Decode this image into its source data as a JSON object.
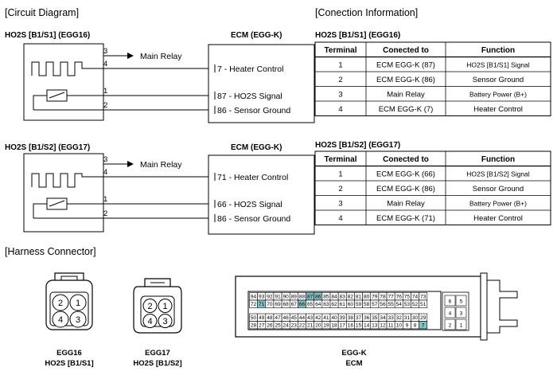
{
  "sections": {
    "circuit_diagram": "[Circuit Diagram]",
    "connection_info": "[Conection Information]",
    "harness_connector": "[Harness Connector]"
  },
  "circuit1": {
    "sensor_title": "HO2S [B1/S1] (EGG16)",
    "ecm_title": "ECM (EGG-K)",
    "wire_numbers": [
      "3",
      "4",
      "1",
      "2"
    ],
    "main_relay": "Main Relay",
    "ecm_pins": [
      "7 - Heater Control",
      "87 - HO2S Signal",
      "86 - Sensor Ground"
    ]
  },
  "circuit2": {
    "sensor_title": "HO2S [B1/S2] (EGG17)",
    "ecm_title": "ECM (EGG-K)",
    "wire_numbers": [
      "3",
      "4",
      "1",
      "2"
    ],
    "main_relay": "Main Relay",
    "ecm_pins": [
      "71 - Heater Control",
      "66 - HO2S Signal",
      "86 - Sensor Ground"
    ]
  },
  "table1": {
    "title": "HO2S [B1/S1] (EGG16)",
    "headers": [
      "Terminal",
      "Conected to",
      "Function"
    ],
    "rows": [
      [
        "1",
        "ECM EGG-K (87)",
        "HO2S [B1/S1] Signal"
      ],
      [
        "2",
        "ECM EGG-K (86)",
        "Sensor Ground"
      ],
      [
        "3",
        "Main Relay",
        "Battery Power (B+)"
      ],
      [
        "4",
        "ECM EGG-K (7)",
        "Heater Control"
      ]
    ]
  },
  "table2": {
    "title": "HO2S [B1/S2] (EGG17)",
    "headers": [
      "Terminal",
      "Conected to",
      "Function"
    ],
    "rows": [
      [
        "1",
        "ECM EGG-K (66)",
        "HO2S [B1/S2] Signal"
      ],
      [
        "2",
        "ECM EGG-K (86)",
        "Sensor Ground"
      ],
      [
        "3",
        "Main Relay",
        "Battery Power (B+)"
      ],
      [
        "4",
        "ECM EGG-K (71)",
        "Heater Control"
      ]
    ]
  },
  "connectors": {
    "egg16": {
      "pins": [
        "2",
        "1",
        "4",
        "3"
      ],
      "caption1": "EGG16",
      "caption2": "HO2S [B1/S1]"
    },
    "egg17": {
      "pins": [
        "2",
        "1",
        "4",
        "3"
      ],
      "caption1": "EGG17",
      "caption2": "HO2S [B1/S2]"
    },
    "eggk": {
      "row1": [
        "94",
        "93",
        "92",
        "91",
        "90",
        "89",
        "88",
        "87",
        "86",
        "85",
        "84",
        "83",
        "82",
        "81",
        "80",
        "79",
        "78",
        "77",
        "76",
        "75",
        "74",
        "73"
      ],
      "row2": [
        "72",
        "71",
        "70",
        "69",
        "68",
        "67",
        "66",
        "65",
        "64",
        "63",
        "62",
        "61",
        "60",
        "59",
        "58",
        "57",
        "56",
        "55",
        "54",
        "53",
        "52",
        "51"
      ],
      "row3": [
        "50",
        "49",
        "48",
        "47",
        "46",
        "45",
        "44",
        "43",
        "42",
        "41",
        "40",
        "39",
        "38",
        "37",
        "36",
        "35",
        "34",
        "33",
        "32",
        "31",
        "30",
        "29"
      ],
      "row4": [
        "28",
        "27",
        "26",
        "25",
        "24",
        "23",
        "22",
        "21",
        "20",
        "19",
        "18",
        "17",
        "16",
        "15",
        "14",
        "13",
        "12",
        "11",
        "10",
        "9",
        "8",
        "7"
      ],
      "side_pins": [
        "6",
        "5",
        "4",
        "3",
        "2",
        "1"
      ],
      "highlight_pins": [
        "87",
        "86",
        "71",
        "66",
        "7"
      ],
      "highlight_color": "#7fc3c8",
      "caption1": "EGG-K",
      "caption2": "ECM"
    }
  }
}
